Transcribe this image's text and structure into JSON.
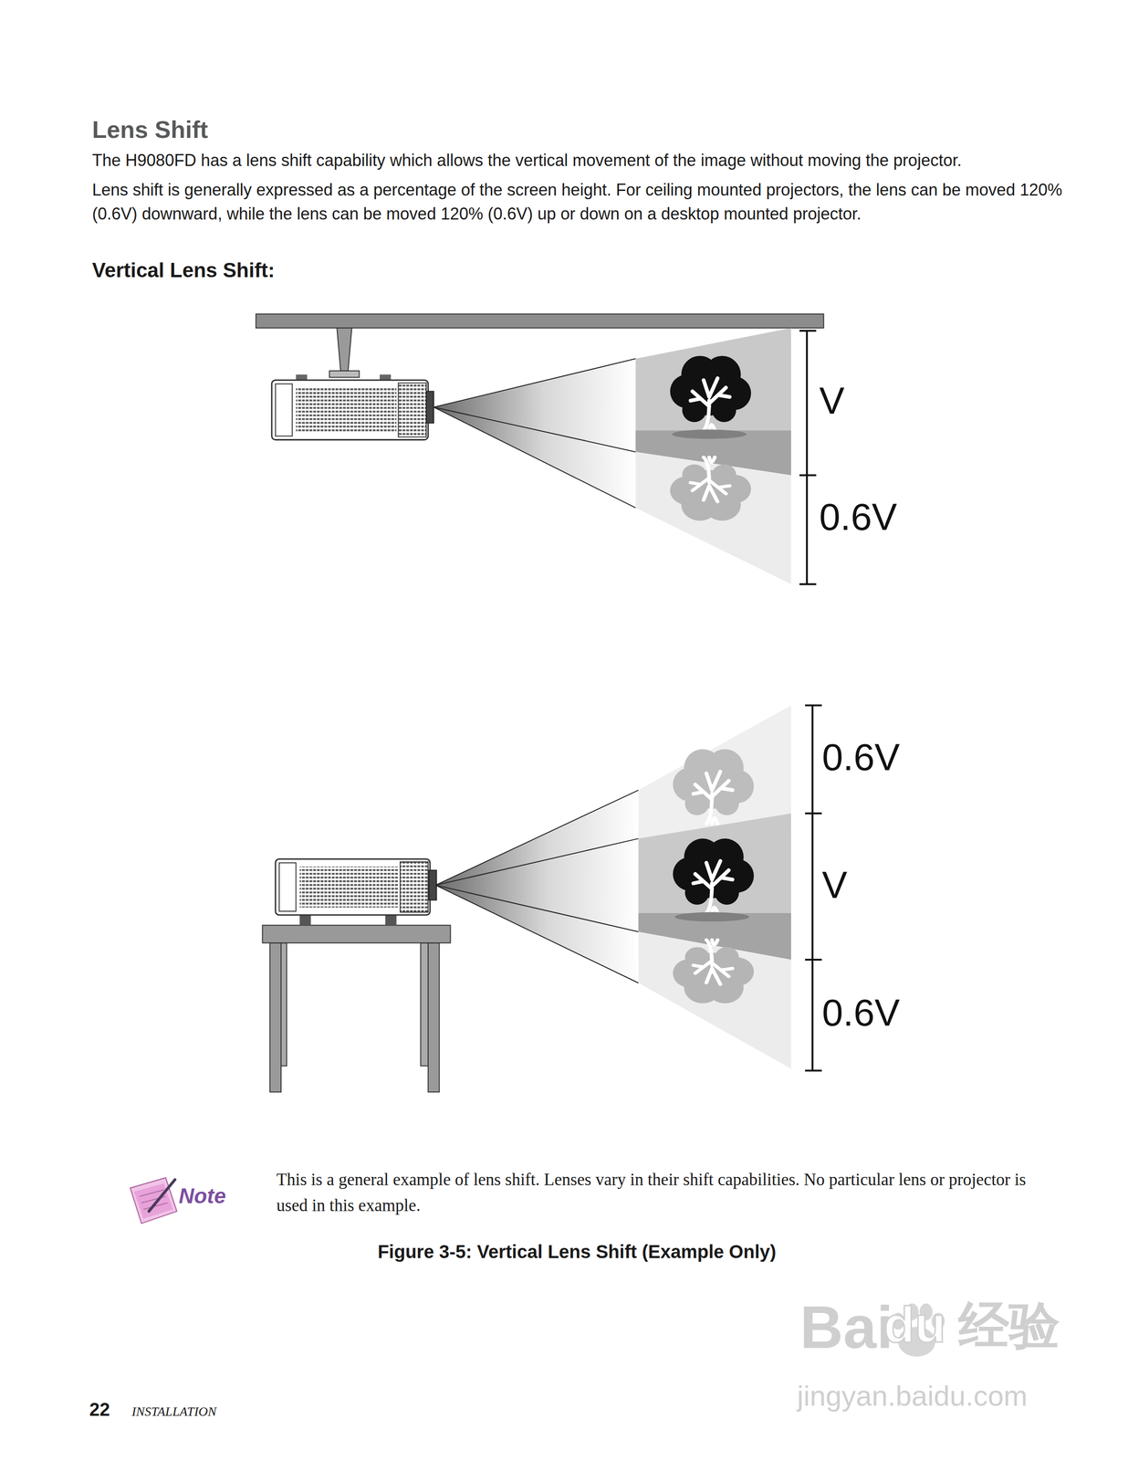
{
  "diagram": {
    "title": "Lens Shift",
    "caption": "Figure 3-5: Vertical Lens Shift (Example Only)",
    "labels": [
      "The H9080FD has a lens shift capability which allows the vertical movement of the image without moving the projector.",
      "Lens shift is generally expressed as a percentage of the screen height. For ceiling mounted projectors, the lens can be moved 120% (0.6V) downward, while the lens can be moved 120% (0.6V) up or down on a desktop mounted projector.",
      "Vertical Lens Shift:",
      "V",
      "0.6V",
      "0.6V",
      "V",
      "0.6V",
      "Note",
      "This is a general example of lens shift. Lenses vary in their shift capabilities. No particular lens or projector is used in this example.",
      "22",
      "INSTALLATION",
      "Bai",
      "du",
      "经验",
      "jingyan.baidu.com"
    ]
  }
}
